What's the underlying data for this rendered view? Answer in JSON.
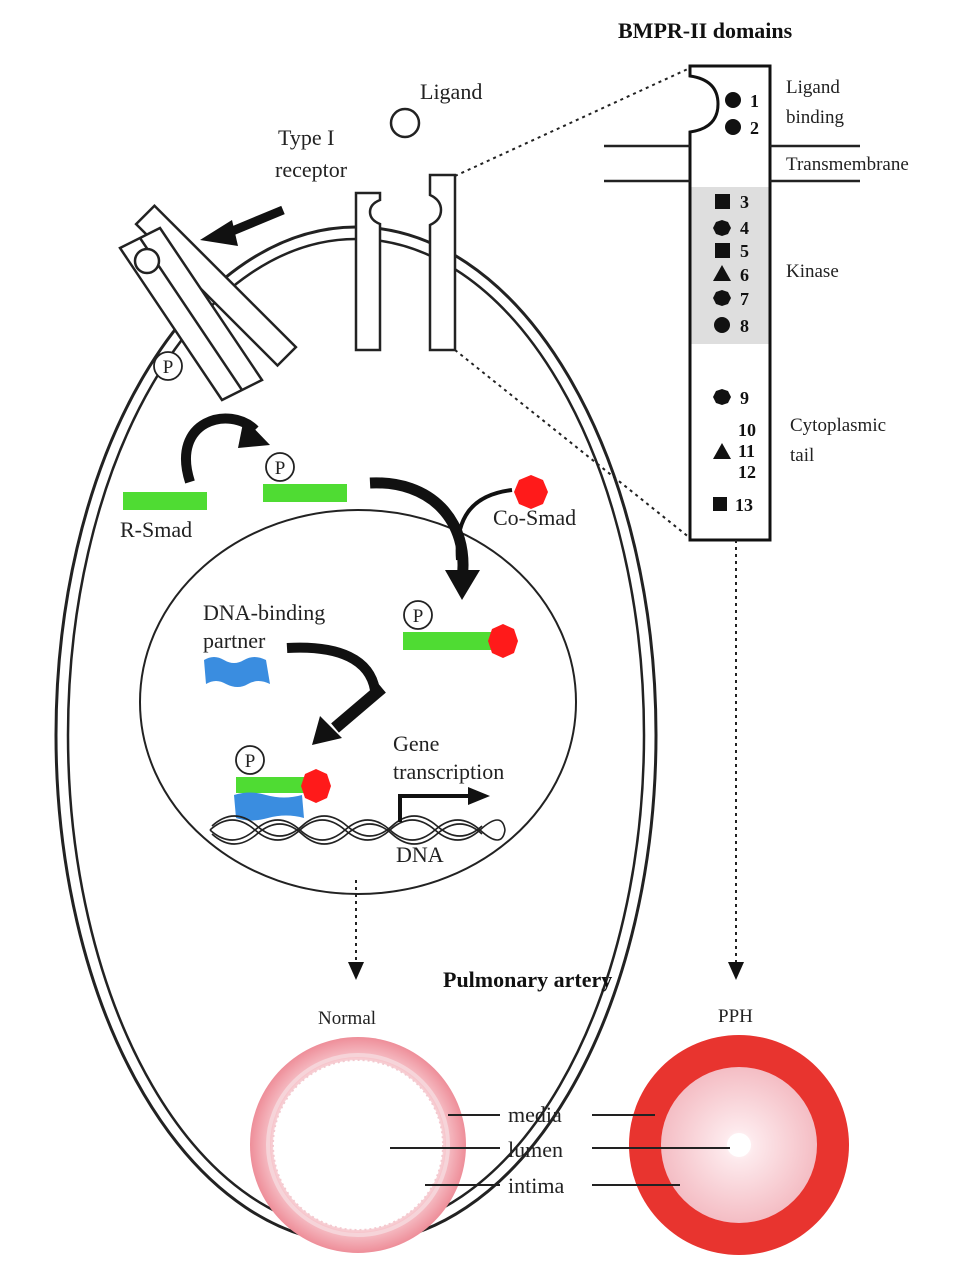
{
  "colors": {
    "smad_green": "#4fdc33",
    "cosmad_red": "#ff1a1a",
    "partner_blue": "#3a8de0",
    "kinase_gray": "#dedede",
    "artery_pink": "#f08b95",
    "artery_red": "#e8342f"
  },
  "panel": {
    "title": "BMPR-II domains",
    "domains": [
      {
        "label_line1": "Ligand",
        "label_line2": "binding"
      },
      {
        "label_line1": "Transmembrane",
        "label_line2": ""
      },
      {
        "label_line1": "Kinase",
        "label_line2": ""
      },
      {
        "label_line1": "Cytoplasmic",
        "label_line2": "tail"
      }
    ],
    "mutations": [
      {
        "num": "1",
        "shape": "circle"
      },
      {
        "num": "2",
        "shape": "circle"
      },
      {
        "num": "3",
        "shape": "square"
      },
      {
        "num": "4",
        "shape": "octagon"
      },
      {
        "num": "5",
        "shape": "square"
      },
      {
        "num": "6",
        "shape": "triangle"
      },
      {
        "num": "7",
        "shape": "octagon"
      },
      {
        "num": "8",
        "shape": "circle"
      },
      {
        "num": "9",
        "shape": "octagon"
      },
      {
        "num": "10",
        "shape": "none"
      },
      {
        "num": "11",
        "shape": "triangle"
      },
      {
        "num": "12",
        "shape": "none"
      },
      {
        "num": "13",
        "shape": "square"
      }
    ]
  },
  "cell": {
    "ligand": "Ligand",
    "type1_receptor_line1": "Type I",
    "type1_receptor_line2": "receptor",
    "phospho": "P",
    "r_smad": "R-Smad",
    "co_smad": "Co-Smad",
    "dna_partner_line1": "DNA-binding",
    "dna_partner_line2": "partner",
    "gene_line1": "Gene",
    "gene_line2": "transcription",
    "dna": "DNA"
  },
  "artery": {
    "title": "Pulmonary artery",
    "normal": "Normal",
    "pph": "PPH",
    "media": "media",
    "lumen": "lumen",
    "intima": "intima"
  }
}
